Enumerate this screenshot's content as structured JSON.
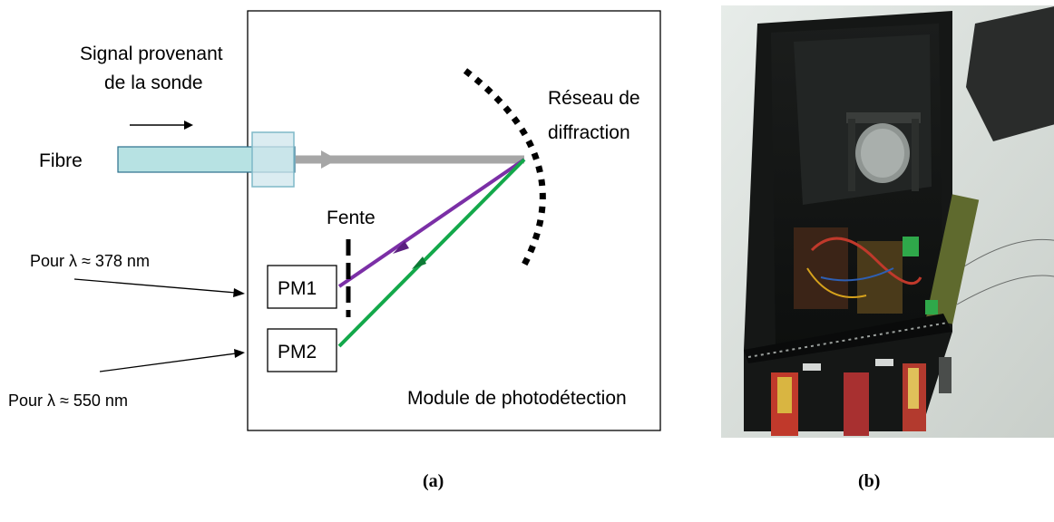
{
  "diagram": {
    "input_label_line1": "Signal provenant",
    "input_label_line2": "de la sonde",
    "fiber_label": "Fibre",
    "grating_label_line1": "Réseau de",
    "grating_label_line2": "diffraction",
    "slit_label": "Fente",
    "pm1_label": "PM1",
    "pm2_label": "PM2",
    "module_label": "Module de photodétection",
    "pm1_wavelength": "Pour λ ≈ 378 nm",
    "pm2_wavelength": "Pour λ ≈ 550 nm",
    "colors": {
      "fiber_fill": "#b7e2e3",
      "fiber_stroke": "#2a6f8c",
      "incident_beam": "#a6a6a6",
      "violet_beam": "#7b2fa6",
      "green_beam": "#13a84a"
    }
  },
  "photo": {
    "subject": "black-box-photodetection-module"
  },
  "captions": {
    "a": "(a)",
    "b": "(b)"
  }
}
